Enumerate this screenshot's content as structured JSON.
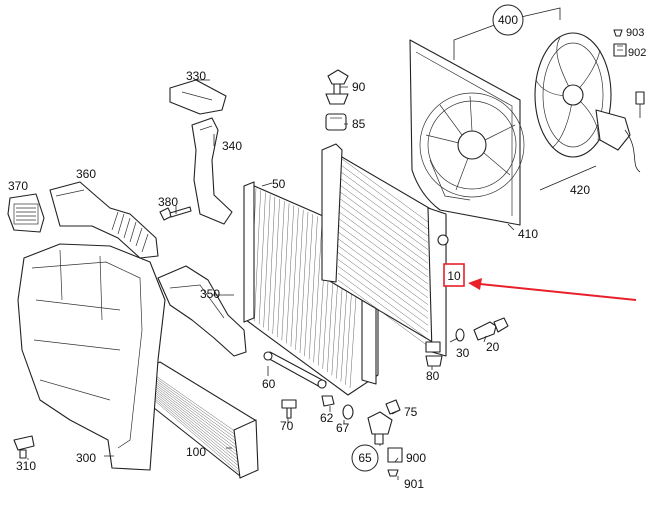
{
  "callouts": {
    "p400": "400",
    "p903": "903",
    "p902": "902",
    "p330": "330",
    "p90": "90",
    "p85": "85",
    "p340": "340",
    "p420": "420",
    "p410": "410",
    "p370": "370",
    "p360": "360",
    "p380": "380",
    "p50": "50",
    "p10": "10",
    "p350": "350",
    "p30": "30",
    "p20": "20",
    "p80": "80",
    "p60": "60",
    "p70": "70",
    "p62": "62",
    "p75": "75",
    "p67": "67",
    "p65": "65",
    "p900": "900",
    "p901": "901",
    "p100": "100",
    "p300": "300",
    "p310": "310"
  },
  "highlight": {
    "part": "10",
    "color": "#e8202a"
  },
  "colors": {
    "line": "#222222",
    "background": "#ffffff"
  }
}
